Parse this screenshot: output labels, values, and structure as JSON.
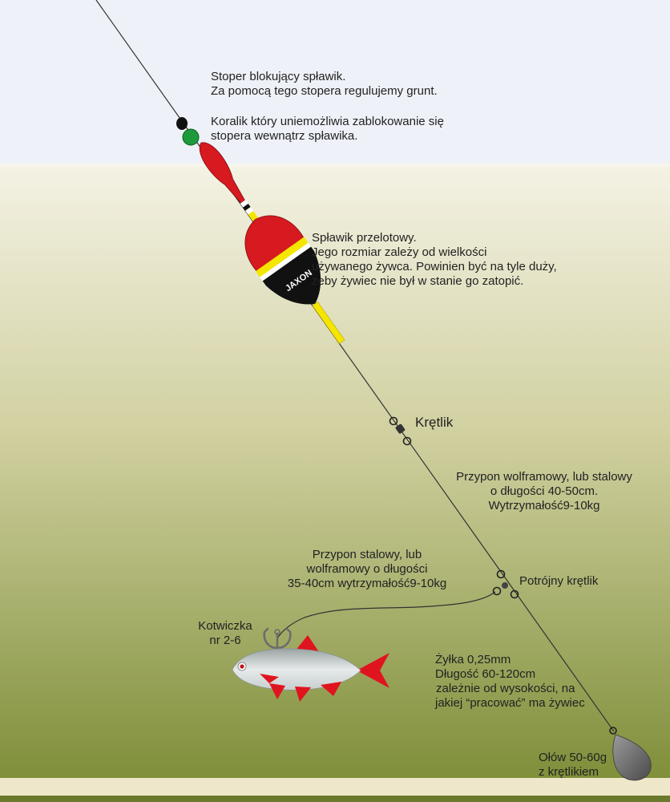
{
  "labels": {
    "stopper": {
      "line1": "Stoper blokujący spławik.",
      "line2": "Za pomocą tego stopera regulujemy grunt."
    },
    "bead": {
      "line1": "Koralik który uniemożliwia zablokowanie się",
      "line2": "stopera wewnątrz spławika."
    },
    "float": {
      "line1": "Spławik przelotowy.",
      "line2": "Jego rozmiar zależy od wielkości",
      "line3": "używanego żywca. Powinien być na tyle duży,",
      "line4": "żeby żywiec nie był w stanie go zatopić."
    },
    "swivel": "Krętlik",
    "leader_main": {
      "line1": "Przypon wolframowy, lub stalowy",
      "line2": "o długości 40-50cm.",
      "line3": "Wytrzymałość9-10kg"
    },
    "leader_side": {
      "line1": "Przypon stalowy, lub",
      "line2": "wolframowy o długości",
      "line3": "35-40cm wytrzymałość9-10kg"
    },
    "triple_swivel": "Potrójny krętlik",
    "hook": {
      "line1": "Kotwiczka",
      "line2": "nr 2-6"
    },
    "line": {
      "line1": "Żyłka 0,25mm",
      "line2": "Długość 60-120cm",
      "line3": "zależnie od wysokości, na",
      "line4": "jakiej “pracować” ma żywiec"
    },
    "sinker": {
      "line1": "Ołów 50-60g",
      "line2": "z krętlikiem"
    }
  },
  "float_brand": "JAXON",
  "colors": {
    "sky": "#eef1f7",
    "water_top": "#f4f2e4",
    "water_bottom": "#7f8f3a",
    "bottom_sand": "#efe7c9",
    "float_red": "#d71920",
    "float_yellow": "#f5e600",
    "float_black": "#111111",
    "bead_green": "#1d9a3c",
    "fish_body": "#dfe3e3",
    "fish_fin": "#e0141e",
    "lead": "#6b6b6b",
    "line": "#333333"
  },
  "icons": {
    "stopper": "black-stopper-icon",
    "bead": "green-bead-icon",
    "float": "sliding-float-icon",
    "swivel": "swivel-icon",
    "triple_swivel": "triple-swivel-icon",
    "hook": "treble-hook-icon",
    "bait_fish": "live-bait-fish-icon",
    "sinker": "lead-sinker-icon"
  }
}
